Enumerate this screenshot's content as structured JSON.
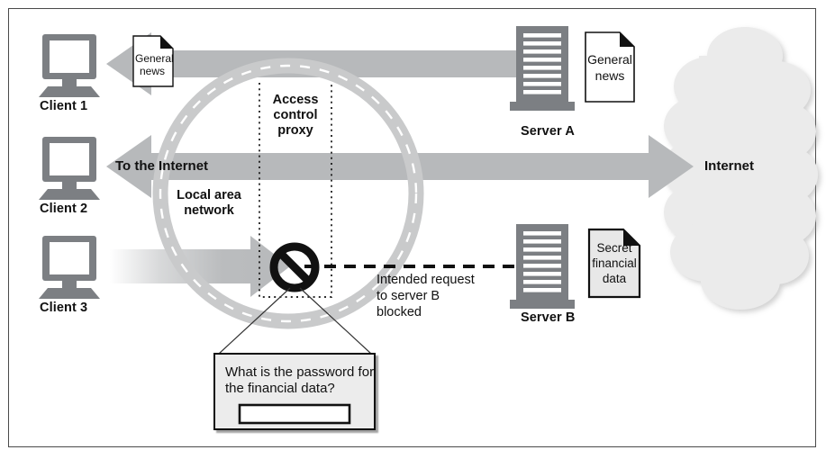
{
  "figure": {
    "title": "Access control proxy network diagram",
    "border_color": "#4a4a4a",
    "background": "#ffffff"
  },
  "palette": {
    "device_gray": "#7c7f83",
    "arrow_gray": "#b7b9bb",
    "ring_gray": "#c9cacb",
    "ring_dash": "#ffffff",
    "cloud_fill": "#ebebeb",
    "doc_white": "#ffffff",
    "doc_gray": "#e8e8e8",
    "ink": "#111111",
    "dialog_fill": "#ececec"
  },
  "clients": [
    {
      "id": "client-1",
      "label": "Client 1"
    },
    {
      "id": "client-2",
      "label": "Client 2"
    },
    {
      "id": "client-3",
      "label": "Client 3"
    }
  ],
  "servers": [
    {
      "id": "server-a",
      "label": "Server A"
    },
    {
      "id": "server-b",
      "label": "Server B"
    }
  ],
  "documents": [
    {
      "id": "doc-general-news-client",
      "line1": "General",
      "line2": "news",
      "line3": "",
      "style": "white"
    },
    {
      "id": "doc-general-news-server",
      "line1": "General",
      "line2": "news",
      "line3": "",
      "style": "white"
    },
    {
      "id": "doc-secret-financial",
      "line1": "Secret",
      "line2": "financial",
      "line3": "data",
      "style": "gray"
    }
  ],
  "cloud": {
    "label": "Internet"
  },
  "ring": {
    "label_line1": "Local area",
    "label_line2": "network"
  },
  "proxy": {
    "label_line1": "Access",
    "label_line2": "control",
    "label_line3": "proxy"
  },
  "arrows": {
    "to_internet_label": "To the Internet",
    "top_flow": "general news response to Client 1",
    "blocked_flow": "Client 3 request stopped at proxy"
  },
  "annotations": {
    "blocked_note_line1": "Intended request",
    "blocked_note_line2": "to server B",
    "blocked_note_line3": "blocked"
  },
  "dialog": {
    "prompt_line1": "What is the password for",
    "prompt_line2": "the financial data?",
    "input_value": "",
    "input_placeholder": ""
  }
}
